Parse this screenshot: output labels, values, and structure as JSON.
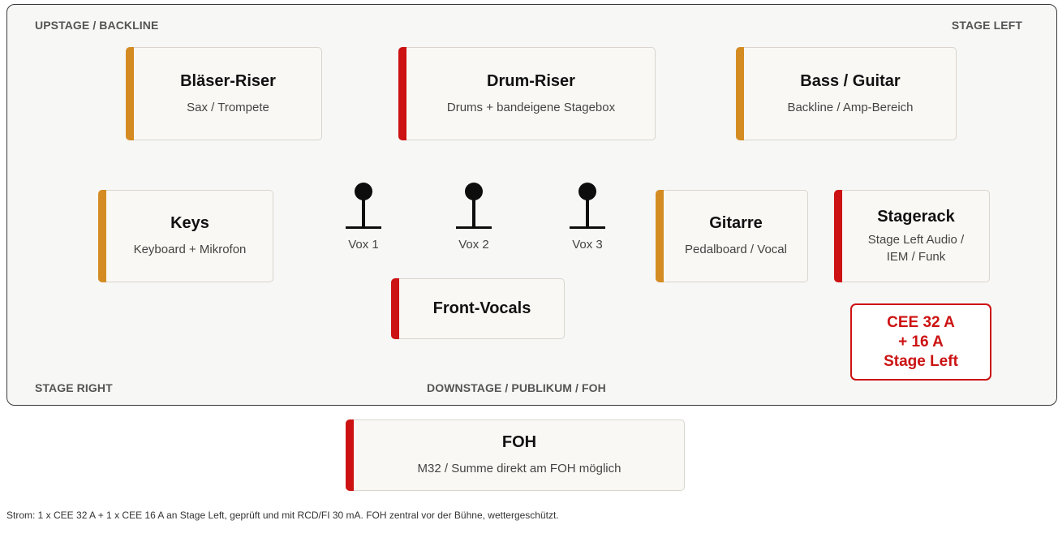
{
  "stage": {
    "upstage_label": "UPSTAGE / BACKLINE",
    "stage_left_label": "STAGE LEFT",
    "stage_right_label": "STAGE RIGHT",
    "downstage_label": "DOWNSTAGE / PUBLIKUM / FOH"
  },
  "cards": {
    "blaeser": {
      "title": "Bläser-Riser",
      "sub": "Sax / Trompete"
    },
    "drum": {
      "title": "Drum-Riser",
      "sub": "Drums + bandeigene Stagebox"
    },
    "bass": {
      "title": "Bass / Guitar",
      "sub": "Backline / Amp-Bereich"
    },
    "keys": {
      "title": "Keys",
      "sub": "Keyboard + Mikrofon"
    },
    "gitarre": {
      "title": "Gitarre",
      "sub": "Pedalboard / Vocal"
    },
    "stagerack": {
      "title": "Stagerack",
      "sub_line1": "Stage Left Audio /",
      "sub_line2": "IEM / Funk"
    },
    "front_vocals": {
      "title": "Front-Vocals"
    },
    "foh": {
      "title": "FOH",
      "sub": "M32 / Summe direkt am FOH möglich"
    }
  },
  "mics": [
    {
      "label": "Vox 1"
    },
    {
      "label": "Vox 2"
    },
    {
      "label": "Vox 3"
    }
  ],
  "power_box": {
    "line1": "CEE 32 A",
    "line2": "+ 16 A",
    "line3": "Stage Left"
  },
  "footnote": "Strom: 1 x CEE 32 A + 1 x CEE 16 A an Stage Left, geprüft und mit RCD/FI 30 mA. FOH zentral vor der Bühne, wettergeschützt.",
  "colors": {
    "accent_orange": "#d48c22",
    "accent_red": "#cc1212"
  }
}
